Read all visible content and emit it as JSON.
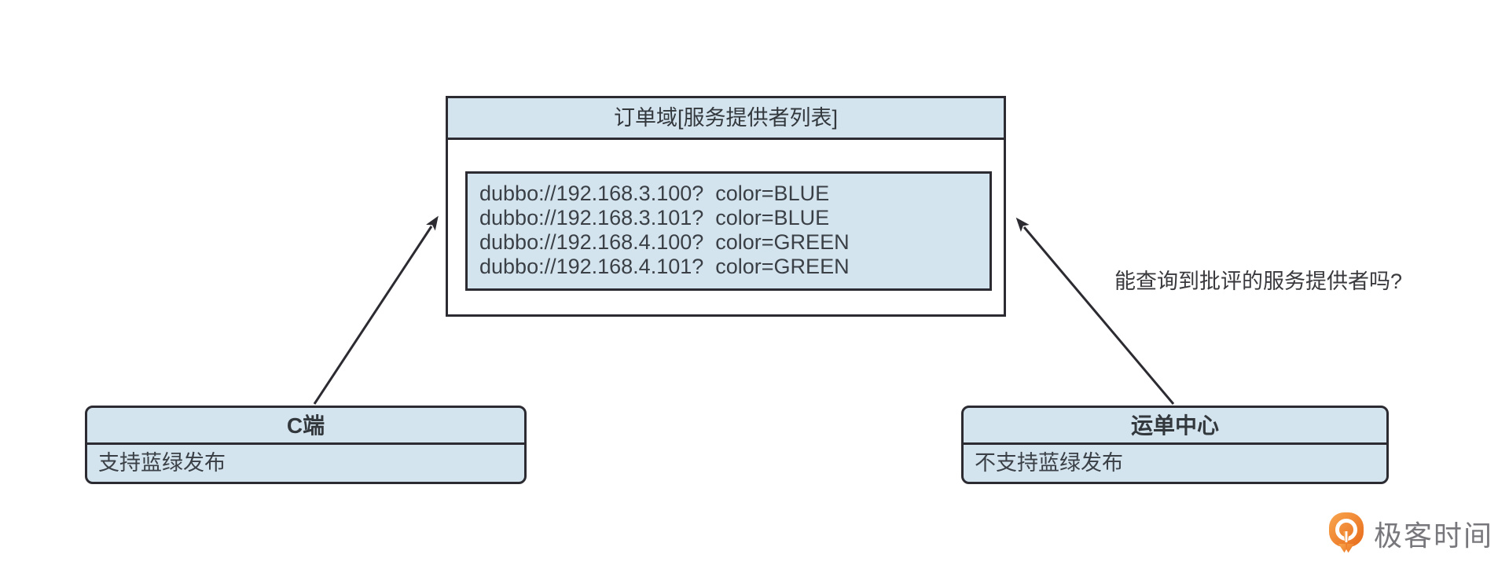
{
  "diagram": {
    "registry": {
      "title": "订单域[服务提供者列表]",
      "providers": [
        "dubbo://192.168.3.100?  color=BLUE",
        "dubbo://192.168.3.101?  color=BLUE",
        "dubbo://192.168.4.100?  color=GREEN",
        "dubbo://192.168.4.101?  color=GREEN"
      ]
    },
    "consumer_left": {
      "title": "C端",
      "note": "支持蓝绿发布"
    },
    "consumer_right": {
      "title": "运单中心",
      "note": "不支持蓝绿发布"
    },
    "annotation": "能查询到批评的服务提供者吗?"
  },
  "branding": {
    "logo_icon": "geektime-pin-icon",
    "logo_text": "极客时间"
  },
  "colors": {
    "node_fill": "#d4e4ef",
    "node_border": "#2b2b31",
    "text_dark": "#3a3f44",
    "logo_orange": "#ee7623",
    "logo_gray": "#77777c"
  }
}
